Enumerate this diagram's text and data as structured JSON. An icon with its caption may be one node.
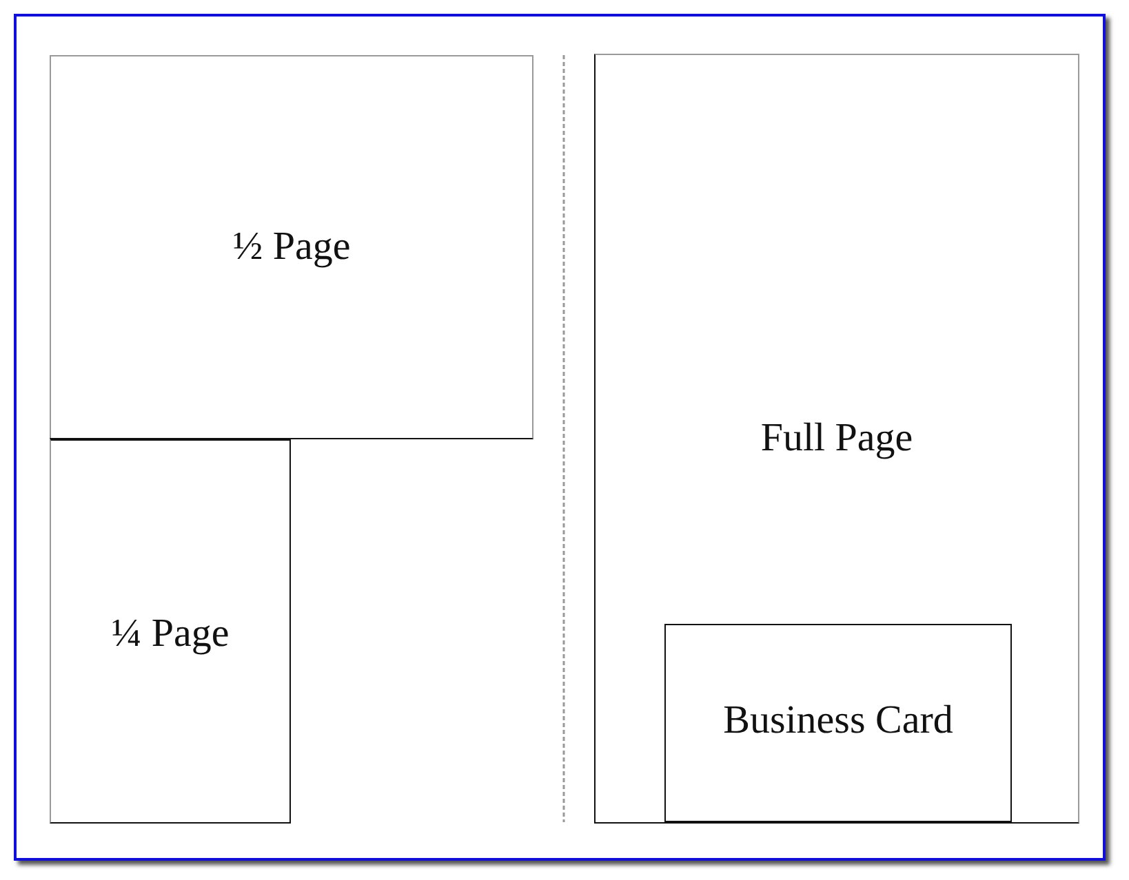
{
  "diagram": {
    "nodes": [
      {
        "text": [
          "½ Page"
        ]
      },
      {
        "text": [
          "¼ Page"
        ]
      },
      {
        "text": [
          "Full Page"
        ]
      },
      {
        "text": [
          "Business Card"
        ],
        "in": 2
      }
    ]
  }
}
